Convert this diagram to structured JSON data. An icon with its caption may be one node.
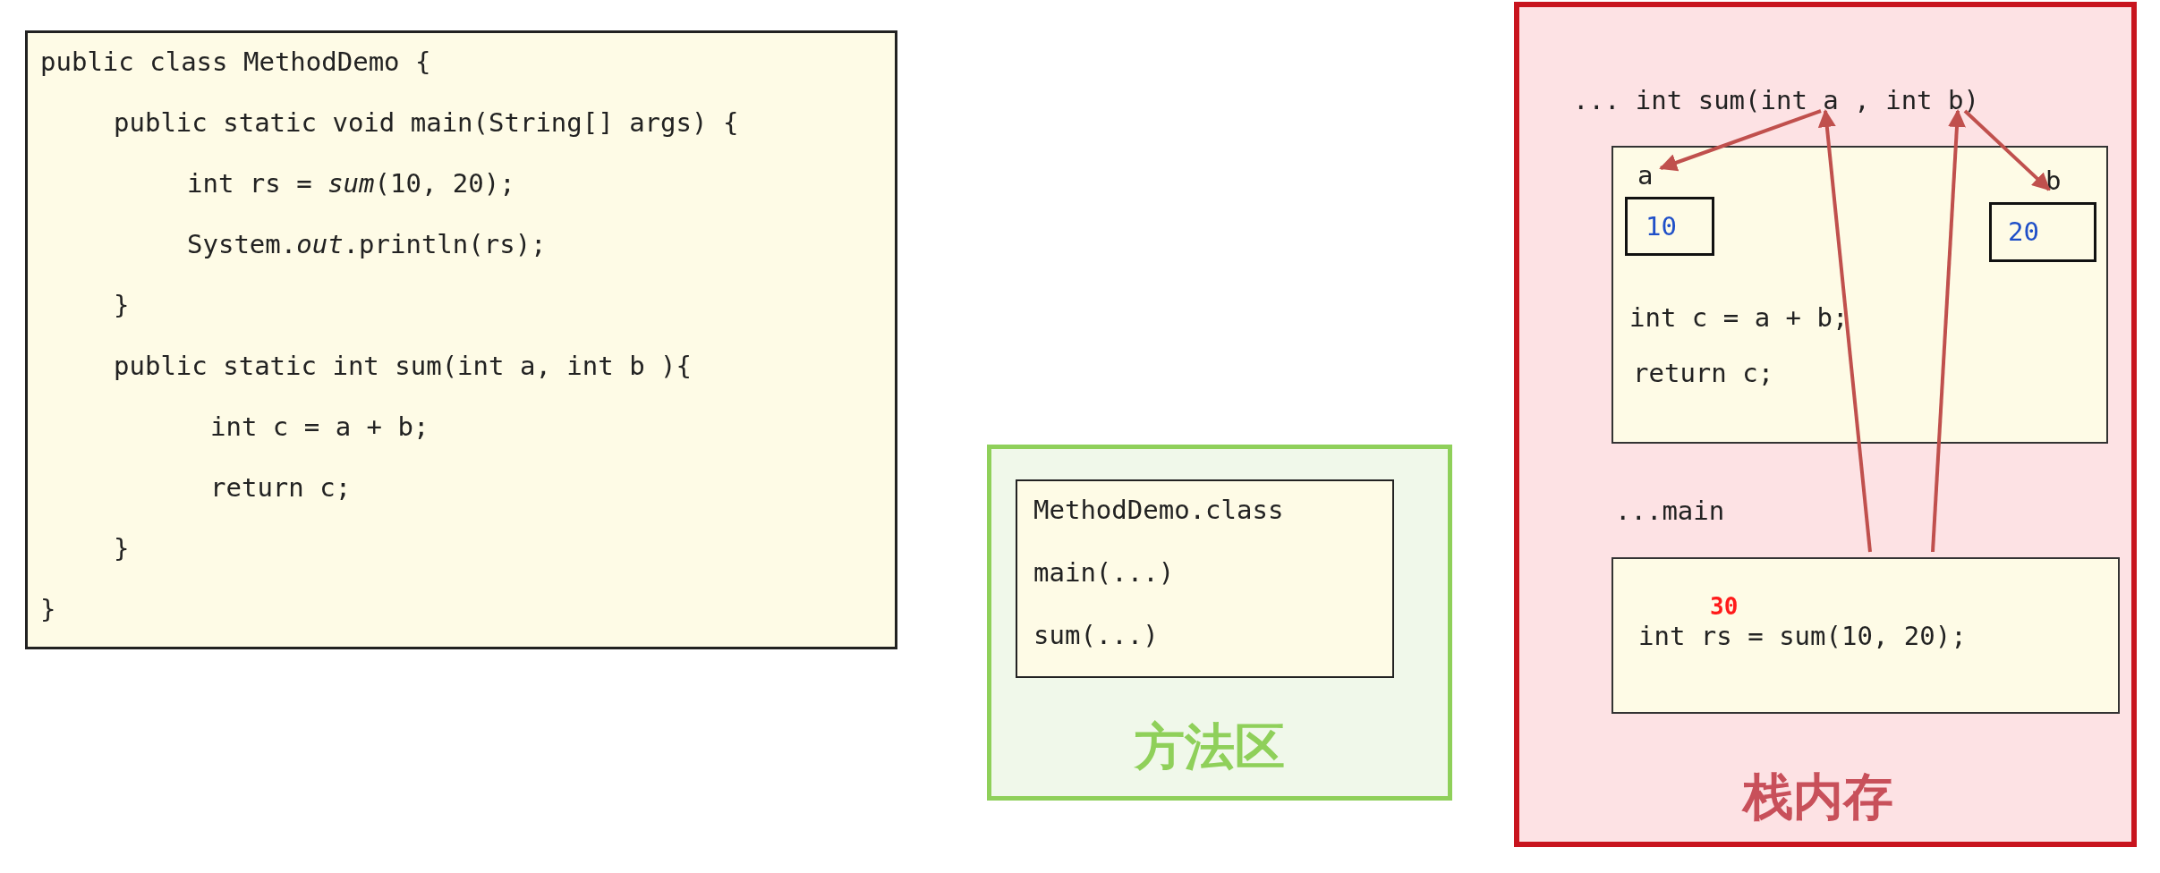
{
  "diagram": {
    "nodes": [
      {
        "text": [
          "public class MethodDemo {",
          "public static void main(String[] args) {",
          "int rs = *sum*(10, 20);",
          "System.*out*.println(rs);",
          "}",
          "public static int sum(int a, int b ){",
          "int c = a + b;",
          "return c;",
          "}",
          "}"
        ]
      },
      {
        "text": [
          "方法区"
        ]
      },
      {
        "text": [
          "MethodDemo.class",
          "main(...)",
          "sum(...)"
        ],
        "in": 1
      },
      {
        "text": [
          "栈内存"
        ]
      },
      {
        "text": [
          "... int sum(int a , int b)"
        ],
        "in": 3
      },
      {
        "text": [
          "int c = a + b;",
          "return c;"
        ],
        "in": 3
      },
      {
        "text": [
          "a"
        ],
        "in": 5
      },
      {
        "text": [
          "10"
        ],
        "in": 5
      },
      {
        "text": [
          "b"
        ],
        "in": 5
      },
      {
        "text": [
          "20"
        ],
        "in": 5
      },
      {
        "text": [
          "...main",
          "30",
          "int rs = sum(10, 20);"
        ],
        "in": 3
      }
    ],
    "edges": [
      {
        "from": 4,
        "to": 6,
        "arrow": "to",
        "color": "#c0504d"
      },
      {
        "from": 4,
        "to": 8,
        "arrow": "to",
        "color": "#c0504d"
      },
      {
        "from": 10,
        "to": 4,
        "arrow": "to",
        "color": "#c0504d"
      },
      {
        "from": 10,
        "to": 4,
        "arrow": "to",
        "color": "#c0504d"
      }
    ]
  }
}
